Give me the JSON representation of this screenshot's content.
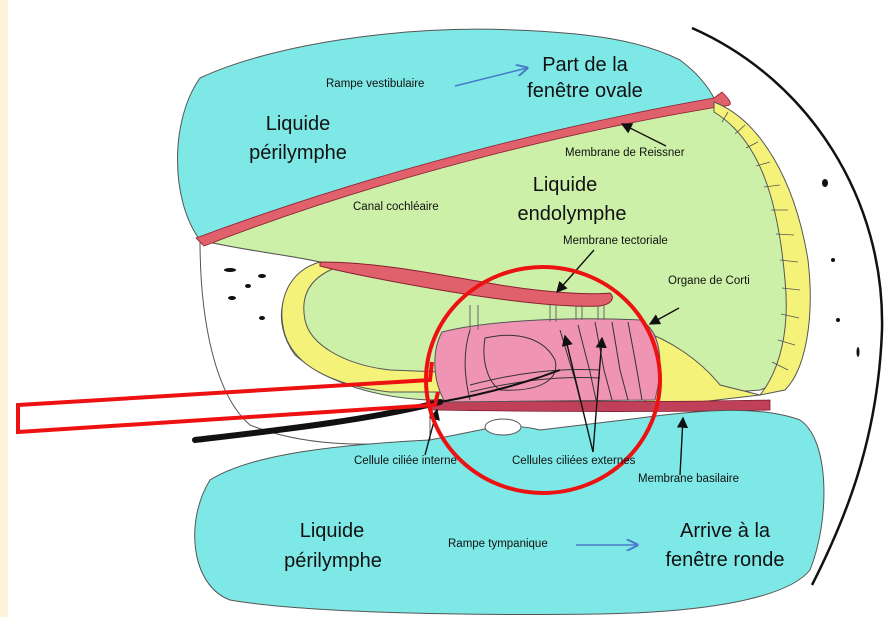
{
  "diagram": {
    "labels": {
      "rampe_vestibulaire": "Rampe vestibulaire",
      "part_fenetre_1": "Part de la",
      "part_fenetre_2": "fenêtre ovale",
      "liquide_top_1": "Liquide",
      "liquide_top_2": "périlymphe",
      "membrane_reissner": "Membrane de Reissner",
      "canal_cochleaire": "Canal cochléaire",
      "endo_1": "Liquide",
      "endo_2": "endolymphe",
      "membrane_tectoriale": "Membrane tectoriale",
      "organe_corti": "Organe de Corti",
      "cellule_interne": "Cellule ciliée interne",
      "cellules_externes": "Cellules ciliées externes",
      "membrane_basilaire": "Membrane basilaire",
      "liquide_bot_1": "Liquide",
      "liquide_bot_2": "périlymphe",
      "rampe_tympanique": "Rampe tympanique",
      "arrive_1": "Arrive à la",
      "arrive_2": "fenêtre ronde"
    },
    "colors": {
      "perilymph": "#7ee8e6",
      "endolymph": "#ccf0a8",
      "membrane": "#e0606c",
      "corti": "#f094b4",
      "cells": "#f5f27a",
      "highlight": "#ee1111",
      "arrow_blue": "#4a78c8"
    }
  }
}
